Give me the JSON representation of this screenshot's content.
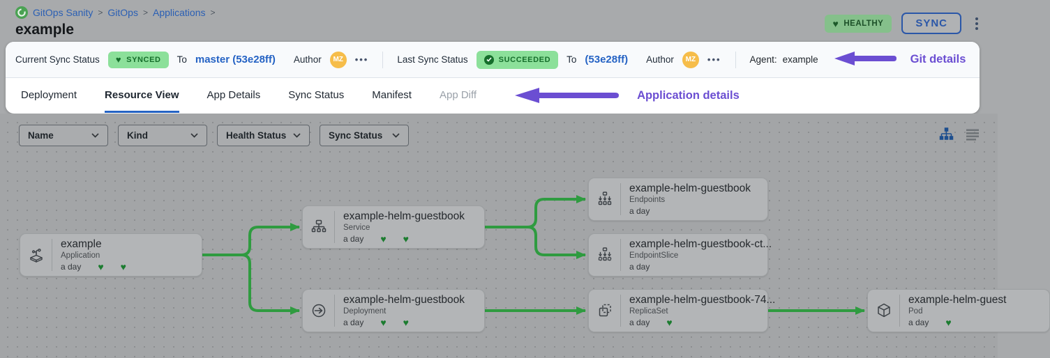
{
  "header": {
    "breadcrumb": {
      "items": [
        "GitOps Sanity",
        "GitOps",
        "Applications"
      ],
      "separator": ">"
    },
    "title": "example",
    "health_badge": "HEALTHY",
    "sync_button": "SYNC"
  },
  "status_bar": {
    "current_sync": {
      "label": "Current Sync Status",
      "status": "SYNCED",
      "to": "To",
      "revision": "master (53e28ff)",
      "author_label": "Author",
      "author_initials": "MZ",
      "more": "•••"
    },
    "last_sync": {
      "label": "Last Sync Status",
      "status": "SUCCEEDED",
      "to": "To",
      "revision": "(53e28ff)",
      "author_label": "Author",
      "author_initials": "MZ",
      "more": "•••"
    },
    "agent_label": "Agent:",
    "agent_value": "example",
    "annotation": "Git details"
  },
  "tabs": {
    "items": [
      "Deployment",
      "Resource View",
      "App Details",
      "Sync Status",
      "Manifest",
      "App Diff"
    ],
    "active": "Resource View",
    "disabled": "App Diff",
    "annotation": "Application details"
  },
  "filters": {
    "items": [
      "Name",
      "Kind",
      "Health Status",
      "Sync Status"
    ]
  },
  "view_toggle": {
    "active": "tree-view",
    "options": [
      "tree-view",
      "list-view"
    ]
  },
  "graph": {
    "nodes": [
      {
        "name": "example",
        "kind": "Application",
        "age": "a day",
        "hearts": 2
      },
      {
        "name": "example-helm-guestbook",
        "kind": "Service",
        "age": "a day",
        "hearts": 2
      },
      {
        "name": "example-helm-guestbook",
        "kind": "Deployment",
        "age": "a day",
        "hearts": 2
      },
      {
        "name": "example-helm-guestbook",
        "kind": "Endpoints",
        "age": "a day",
        "hearts": 0
      },
      {
        "name": "example-helm-guestbook-ct...",
        "kind": "EndpointSlice",
        "age": "a day",
        "hearts": 0
      },
      {
        "name": "example-helm-guestbook-74...",
        "kind": "ReplicaSet",
        "age": "a day",
        "hearts": 1
      },
      {
        "name": "example-helm-guest",
        "kind": "Pod",
        "age": "a day",
        "hearts": 1
      }
    ],
    "edges": [
      [
        "Application",
        "Service"
      ],
      [
        "Application",
        "Deployment"
      ],
      [
        "Service",
        "Endpoints"
      ],
      [
        "Service",
        "EndpointSlice"
      ],
      [
        "Deployment",
        "ReplicaSet"
      ],
      [
        "ReplicaSet",
        "Pod"
      ]
    ]
  },
  "colors": {
    "status_green_badge": "#8ce09a",
    "status_green_text": "#156e2b",
    "edge_green": "#2f9b40",
    "link_blue": "#2563c4",
    "annotation_purple": "#6b4ed2",
    "avatar_orange": "#f6bd4a",
    "active_tab_blue": "#2563c4"
  }
}
